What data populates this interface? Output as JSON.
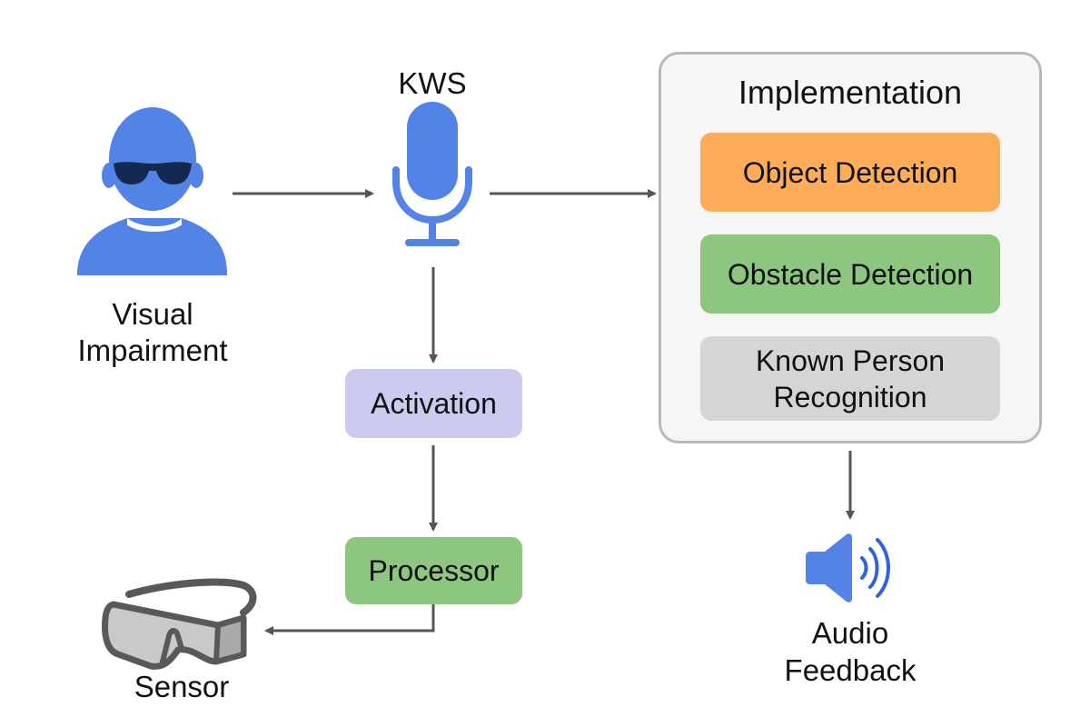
{
  "diagram": {
    "nodes": {
      "user": {
        "label_line1": "Visual",
        "label_line2": "Impairment",
        "icon": "person-with-sunglasses-icon"
      },
      "kws": {
        "label": "KWS",
        "icon": "microphone-icon"
      },
      "activation": {
        "label": "Activation"
      },
      "processor": {
        "label": "Processor"
      },
      "sensor": {
        "label": "Sensor",
        "icon": "smart-glasses-icon"
      },
      "implementation": {
        "title": "Implementation",
        "modules": [
          {
            "label": "Object Detection"
          },
          {
            "label": "Obstacle Detection"
          },
          {
            "label_line1": "Known Person",
            "label_line2": "Recognition"
          }
        ]
      },
      "audio": {
        "label_line1": "Audio",
        "label_line2": "Feedback",
        "icon": "speaker-icon"
      }
    },
    "edges": [
      {
        "from": "Visual Impairment",
        "to": "KWS"
      },
      {
        "from": "KWS",
        "to": "Implementation"
      },
      {
        "from": "KWS",
        "to": "Activation"
      },
      {
        "from": "Activation",
        "to": "Processor"
      },
      {
        "from": "Processor",
        "to": "Sensor"
      },
      {
        "from": "Implementation",
        "to": "Audio Feedback"
      }
    ],
    "colors": {
      "icon_blue": "#5383e6",
      "glasses_dark": "#13294f",
      "arrow": "#555555",
      "activation_fill": "#cccbef",
      "processor_fill": "#8dc67f",
      "object_detection_fill": "#fdad59",
      "obstacle_detection_fill": "#8dc67f",
      "known_person_fill": "#d5d5d7",
      "container_fill": "#f6f6f6",
      "container_border": "#b9b9b9",
      "sensor_frame": "#595959",
      "sensor_lens": "#c9c9c9"
    }
  }
}
